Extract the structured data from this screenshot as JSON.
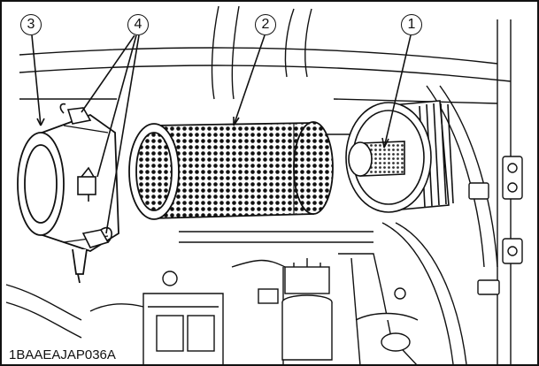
{
  "callouts": [
    {
      "id": "callout-3",
      "label": "3"
    },
    {
      "id": "callout-4",
      "label": "4"
    },
    {
      "id": "callout-2",
      "label": "2"
    },
    {
      "id": "callout-1",
      "label": "1"
    }
  ],
  "figure_id": "1BAAEAJAP036A",
  "colors": {
    "line": "#111111",
    "background": "#ffffff"
  }
}
